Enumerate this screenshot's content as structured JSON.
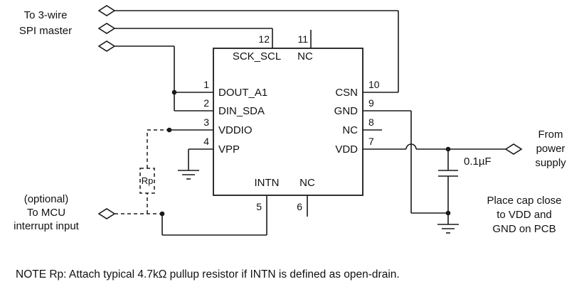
{
  "colors": {
    "line": "#1a1a1a",
    "background": "#ffffff",
    "text": "#111111"
  },
  "labels": {
    "spi_master": [
      "To 3-wire",
      "SPI master"
    ],
    "mcu": [
      "(optional)",
      "To MCU",
      "interrupt input"
    ],
    "power": [
      "From",
      "power",
      "supply"
    ],
    "cap_note": [
      "Place cap close",
      "to VDD and",
      "GND on PCB"
    ],
    "cap_value": "0.1µF",
    "rp": "Rp",
    "note": "NOTE Rp: Attach typical 4.7kΩ pullup resistor if INTN is defined as open-drain."
  },
  "ic": {
    "top_pins": [
      {
        "num": "12",
        "name": "SCK_SCL"
      },
      {
        "num": "11",
        "name": "NC"
      }
    ],
    "left_pins": [
      {
        "num": "1",
        "name": "DOUT_A1"
      },
      {
        "num": "2",
        "name": "DIN_SDA"
      },
      {
        "num": "3",
        "name": "VDDIO"
      },
      {
        "num": "4",
        "name": "VPP"
      }
    ],
    "right_pins": [
      {
        "num": "10",
        "name": "CSN"
      },
      {
        "num": "9",
        "name": "GND"
      },
      {
        "num": "8",
        "name": "NC"
      },
      {
        "num": "7",
        "name": "VDD"
      }
    ],
    "bottom_pins": [
      {
        "num": "5",
        "name": "INTN"
      },
      {
        "num": "6",
        "name": "NC"
      }
    ]
  }
}
